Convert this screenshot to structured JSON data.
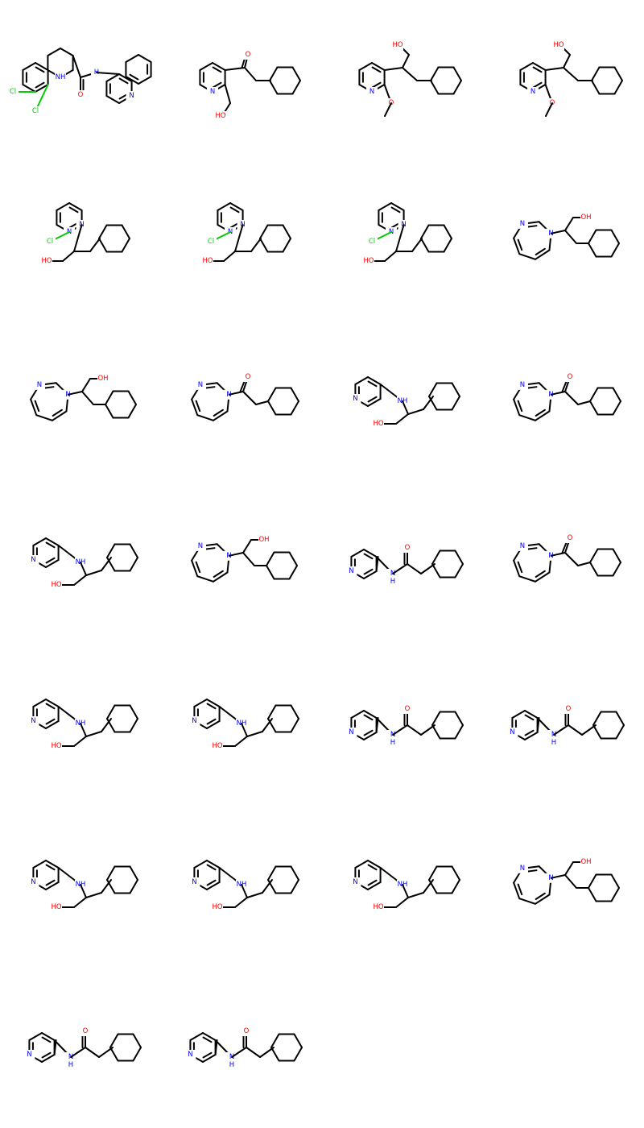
{
  "colors": {
    "bond": "#000000",
    "N": "#0000FF",
    "O": "#FF0000",
    "Cl": "#00CC00",
    "background": "#FFFFFF"
  },
  "molecules": [
    "tetrahydroquinoline-amide",
    "pyridine-ketone",
    "pyridine-diol",
    "pyridine-diol",
    "pyridazine-cl",
    "pyridazine-cl",
    "pyridazine-cl",
    "diazepine-alcohol",
    "diazepine-alcohol",
    "diazepine-ketone",
    "aminopyridine",
    "diazepine-ketone",
    "aminopyridine",
    "diazepine-alcohol",
    "pyridine-amide",
    "diazepine-ketone",
    "aminopyridine",
    "aminopyridine",
    "pyridine-amide",
    "pyridine-amide",
    "aminopyridine",
    "aminopyridine",
    "aminopyridine",
    "diazepine-alcohol",
    "pyridine-amide",
    "pyridine-amide"
  ],
  "labels": {
    "N": "N",
    "NH": "NH",
    "H": "H",
    "O": "O",
    "OH": "OH",
    "HO": "HO",
    "Cl": "Cl"
  }
}
